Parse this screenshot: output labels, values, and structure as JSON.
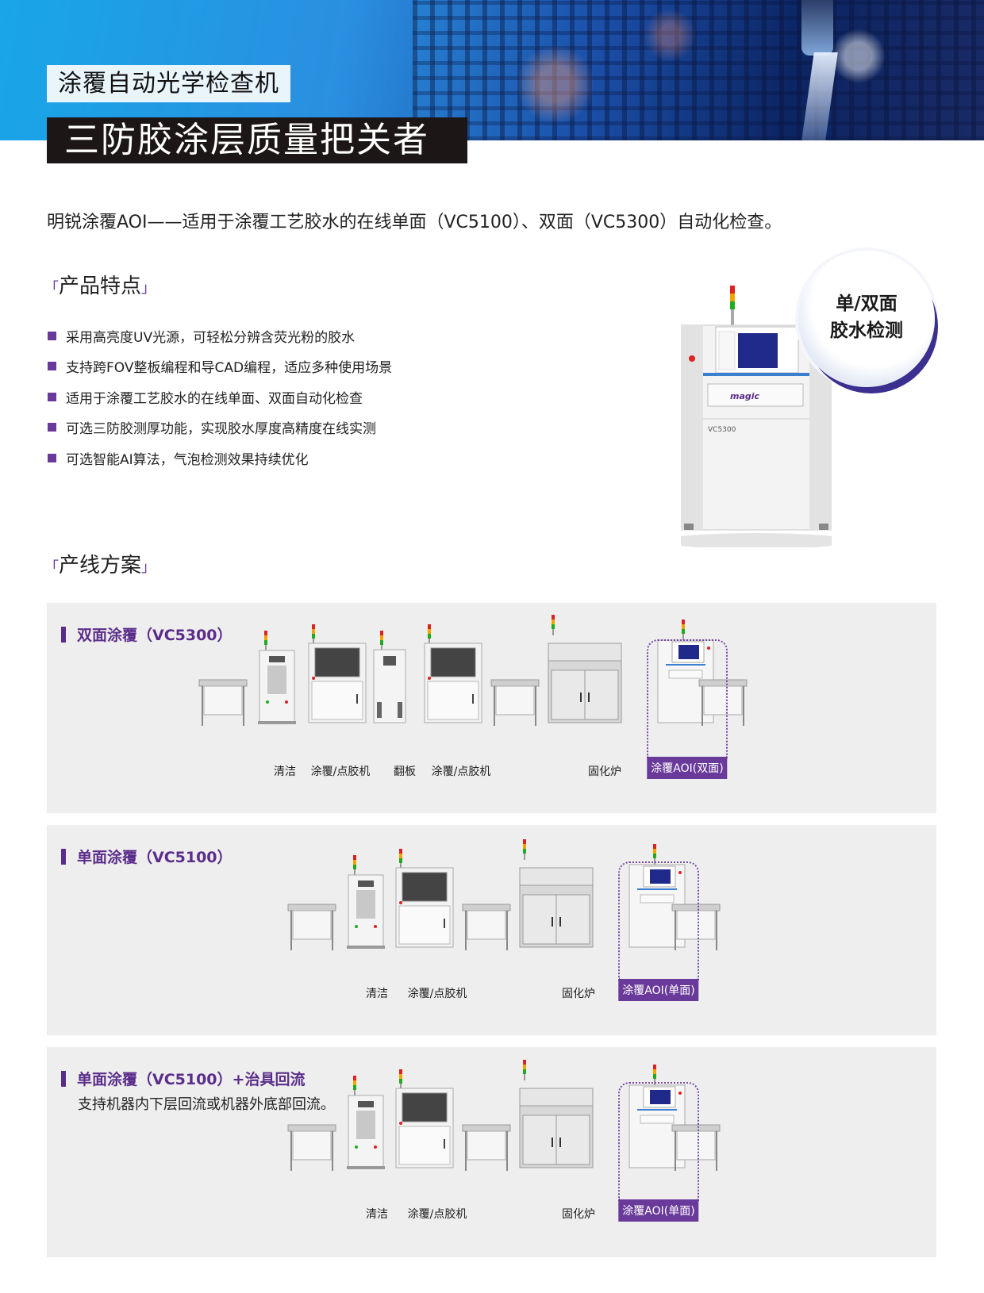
{
  "hero": {
    "subtitle": "涂覆自动光学检查机",
    "title": "三防胶涂层质量把关者"
  },
  "intro": "明锐涂覆AOI——适用于涂覆工艺胶水的在线单面（VC5100）、双面（VC5300）自动化检查。",
  "features": {
    "title": "产品特点",
    "items": [
      "采用高亮度UV光源，可轻松分辨含荧光粉的胶水",
      "支持跨FOV整板编程和导CAD编程，适应多种使用场景",
      "适用于涂覆工艺胶水的在线单面、双面自动化检查",
      "可选三防胶测厚功能，实现胶水厚度高精度在线实测",
      "可选智能AI算法，气泡检测效果持续优化"
    ]
  },
  "badge": {
    "line1": "单/双面",
    "line2": "胶水检测"
  },
  "machine": {
    "brand": "magic",
    "model": "VC5300"
  },
  "lines": {
    "title": "产线方案",
    "panel1": {
      "title": "双面涂覆（VC5300）",
      "labels": [
        "清洁",
        "涂覆/点胶机",
        "翻板",
        "涂覆/点胶机",
        "固化炉",
        "涂覆AOI(双面)"
      ]
    },
    "panel2": {
      "title": "单面涂覆（VC5100）",
      "labels": [
        "清洁",
        "涂覆/点胶机",
        "固化炉",
        "涂覆AOI(单面)"
      ]
    },
    "panel3": {
      "title": "单面涂覆（VC5100）+治具回流",
      "subtitle": "支持机器内下层回流或机器外底部回流。",
      "labels": [
        "清洁",
        "涂覆/点胶机",
        "固化炉",
        "涂覆AOI(单面)"
      ]
    }
  },
  "colors": {
    "accent": "#6a3a9a",
    "dark": "#1c1716",
    "panel": "#eeeeee"
  }
}
